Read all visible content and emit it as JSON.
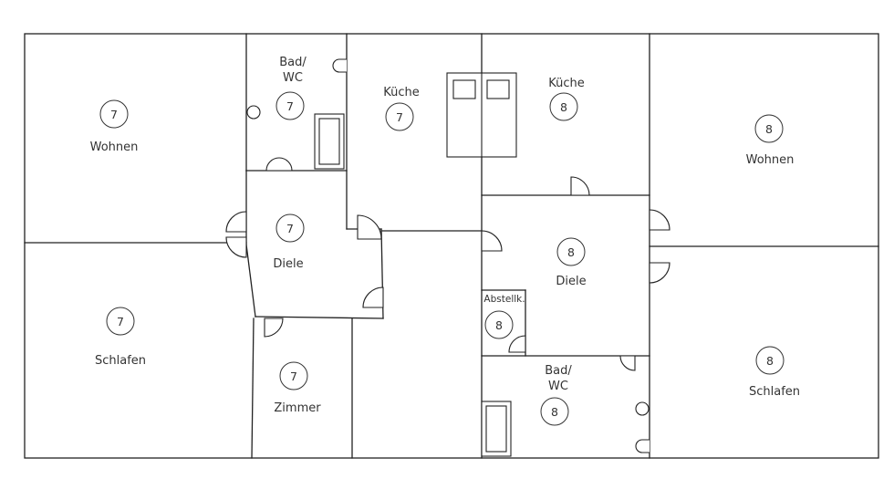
{
  "rooms": [
    {
      "id": "wohnen-7",
      "label": "Wohnen",
      "number": "7"
    },
    {
      "id": "bad-7",
      "label": "Bad/ WC",
      "number": "7"
    },
    {
      "id": "kueche-7",
      "label": "Küche",
      "number": "7"
    },
    {
      "id": "kueche-8",
      "label": "Küche",
      "number": "8"
    },
    {
      "id": "wohnen-8",
      "label": "Wohnen",
      "number": "8"
    },
    {
      "id": "diele-7",
      "label": "Diele",
      "number": "7"
    },
    {
      "id": "schlafen-7",
      "label": "Schlafen",
      "number": "7"
    },
    {
      "id": "zimmer-7",
      "label": "Zimmer",
      "number": "7"
    },
    {
      "id": "diele-8",
      "label": "Diele",
      "number": "8"
    },
    {
      "id": "abstellk-8",
      "label": "Abstellk.",
      "number": "8"
    },
    {
      "id": "bad-8",
      "label": "Bad/ WC",
      "number": "8"
    },
    {
      "id": "schlafen-8",
      "label": "Schlafen",
      "number": "8"
    }
  ]
}
